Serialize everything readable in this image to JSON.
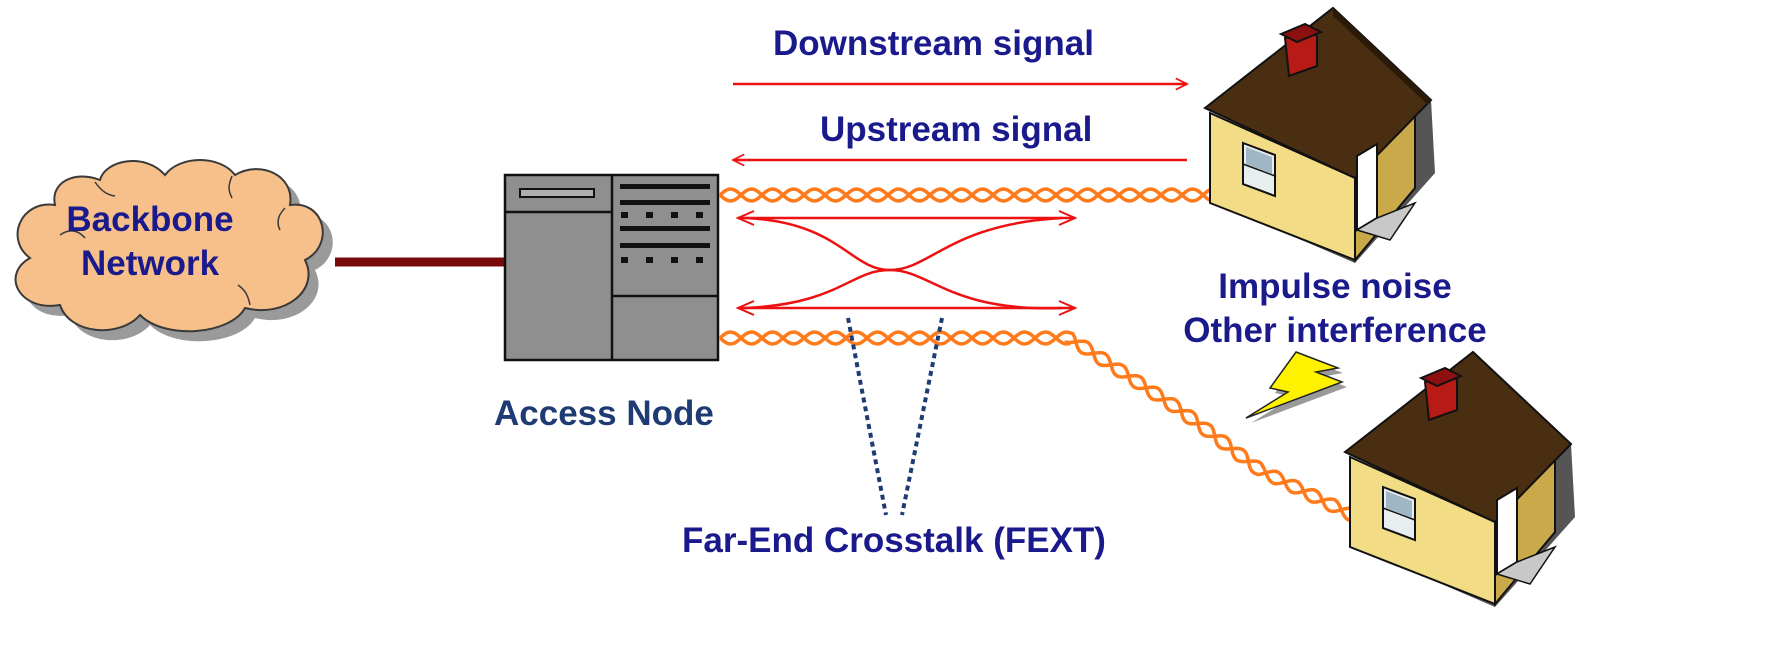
{
  "diagram": {
    "cloud_label": [
      "Backbone",
      "Network"
    ],
    "access_node_label": "Access Node",
    "downstream_label": "Downstream signal",
    "upstream_label": "Upstream signal",
    "noise_label": [
      "Impulse noise",
      "Other interference"
    ],
    "fext_label": "Far-End Crosstalk (FEXT)"
  },
  "colors": {
    "signal_arrow": "#ee1111",
    "twisted_pair": "#ff7a1a",
    "backbone_link": "#7a0a0a",
    "cloud_fill": "#f7c08a",
    "house_wall": "#f2dc86",
    "house_roof": "#4a2e12",
    "chimney": "#b81a16",
    "lightning": "#fff200",
    "label_navy": "#1a1a8c"
  },
  "icons": [
    "cloud-icon",
    "access-node-icon",
    "house-icon",
    "lightning-icon"
  ]
}
